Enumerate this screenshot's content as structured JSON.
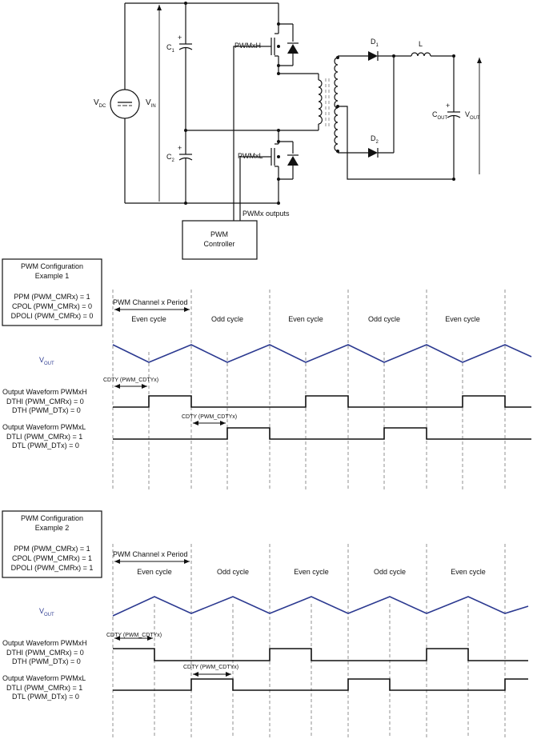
{
  "circuit": {
    "vdc": "V",
    "vdc_sub": "DC",
    "vin": "V",
    "vin_sub": "IN",
    "c1": "C",
    "c1_sub": "1",
    "c2": "C",
    "c2_sub": "2",
    "pwmxh": "PWMxH",
    "pwmxl": "PWMxL",
    "d1": "D",
    "d1_sub": "1",
    "d2": "D",
    "d2_sub": "2",
    "l": "L",
    "cout": "C",
    "cout_sub": "OUT",
    "vout": "V",
    "vout_sub": "OUT",
    "pwmx_outputs": "PWMx outputs",
    "controller_line1": "PWM",
    "controller_line2": "Controller",
    "plus": "+"
  },
  "examples": [
    {
      "box_title1": "PWM Configuration",
      "box_title2": "Example 1",
      "ppm": "PPM (PWM_CMRx) = 1",
      "cpol": "CPOL (PWM_CMRx) = 0",
      "dpoli": "DPOLI (PWM_CMRx) = 0",
      "period_label": "PWM Channel x Period",
      "cycles": [
        "Even cycle",
        "Odd cycle",
        "Even cycle",
        "Odd cycle",
        "Even cycle"
      ],
      "vout": "V",
      "vout_sub": "OUT",
      "cdty_h": "CDTY (PWM_CDTYx)",
      "cdty_l": "CDTY (PWM_CDTYx)",
      "h_title": "Output Waveform PWMxH",
      "h_line1": "DTHI (PWM_CMRx) = 0",
      "h_line2": "DTH (PWM_DTx) = 0",
      "l_title": "Output Waveform PWMxL",
      "l_line1": "DTLI (PWM_CMRx) = 1",
      "l_line2": "DTL (PWM_DTx) = 0"
    },
    {
      "box_title1": "PWM Configuration",
      "box_title2": "Example 2",
      "ppm": "PPM (PWM_CMRx) = 1",
      "cpol": "CPOL (PWM_CMRx) = 1",
      "dpoli": "DPOLI (PWM_CMRx) = 1",
      "period_label": "PWM Channel x Period",
      "cycles": [
        "Even cycle",
        "Odd cycle",
        "Even cycle",
        "Odd cycle",
        "Even cycle"
      ],
      "vout": "V",
      "vout_sub": "OUT",
      "cdty_h": "CDTY (PWM_CDTYx)",
      "cdty_l": "CDTY (PWM_CDTYx)",
      "h_title": "Output Waveform PWMxH",
      "h_line1": "DTHI (PWM_CMRx) = 0",
      "h_line2": "DTH (PWM_DTx) = 0",
      "l_title": "Output Waveform PWMxL",
      "l_line1": "DTLI (PWM_CMRx) = 1",
      "l_line2": "DTL (PWM_DTx) = 0"
    }
  ],
  "colors": {
    "vout_wave": "#2b3990",
    "line": "#111111"
  }
}
